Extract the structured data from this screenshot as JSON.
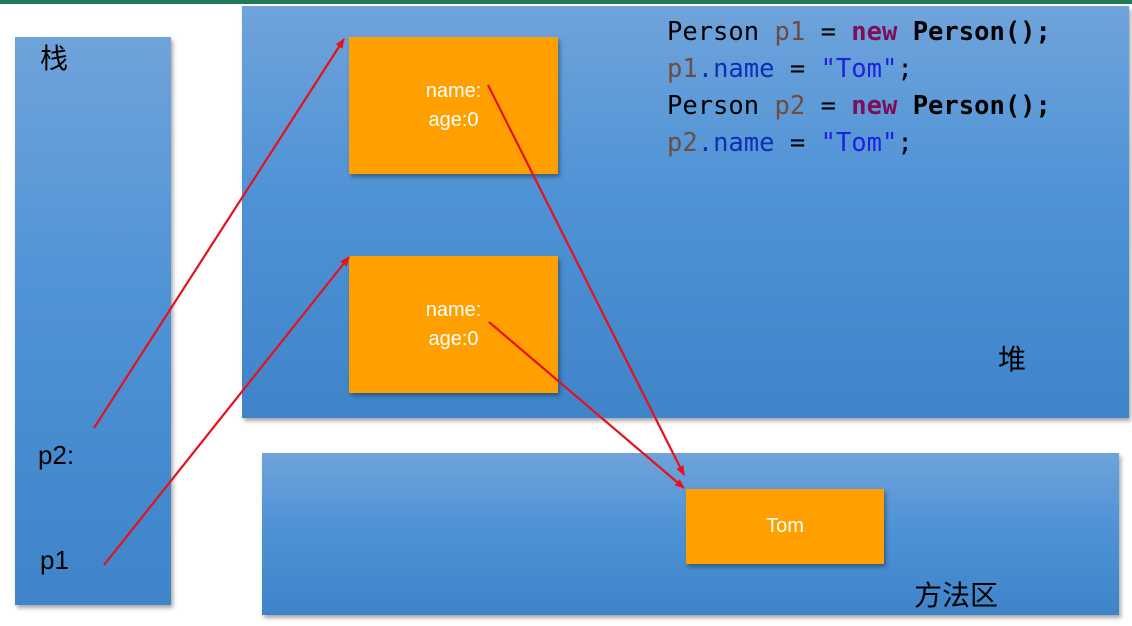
{
  "stack": {
    "label": "栈",
    "vars": {
      "p2": "p2:",
      "p1": "p1"
    }
  },
  "heap": {
    "label": "堆",
    "objects": [
      {
        "name_label": "name:",
        "age_label": "age:0"
      },
      {
        "name_label": "name:",
        "age_label": "age:0"
      }
    ]
  },
  "method_area": {
    "label": "方法区",
    "string_constant": "Tom"
  },
  "code": {
    "line1": {
      "type": "Person",
      "var": "p1",
      "op": "=",
      "kw": "new",
      "call": "Person();"
    },
    "line2": {
      "var": "p1",
      "field": ".name",
      "op": "=",
      "str": "\"Tom\"",
      "end": ";"
    },
    "line3": {
      "type": "Person",
      "var": "p2",
      "op": "=",
      "kw": "new",
      "call": "Person();"
    },
    "line4": {
      "var": "p2",
      "field": ".name",
      "op": "=",
      "str": "\"Tom\"",
      "end": ";"
    }
  },
  "colors": {
    "arrow": "#e8101a",
    "object_fill": "#ffa000",
    "region_fill": "#4f93d6"
  }
}
